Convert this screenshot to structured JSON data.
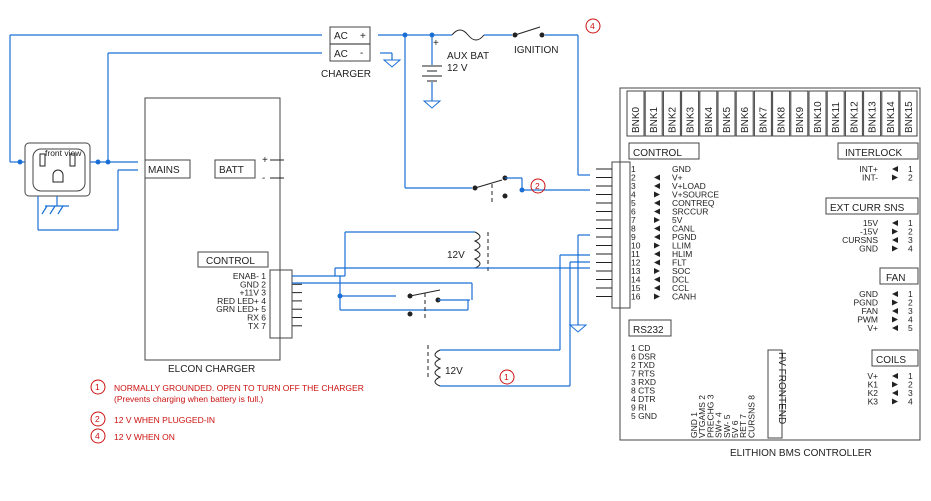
{
  "charger": {
    "ac_plus": "AC",
    "ac_minus": "AC",
    "plus": "+",
    "minus": "-",
    "label": "CHARGER"
  },
  "aux_bat": {
    "name": "AUX BAT",
    "voltage": "12 V",
    "plus": "+"
  },
  "ignition": {
    "label": "IGNITION",
    "marker": "4"
  },
  "outlet": {
    "label": "front view"
  },
  "elcon": {
    "title": "ELCON CHARGER",
    "mains": "MAINS",
    "batt": "BATT",
    "batt_plus": "+",
    "batt_minus": "-",
    "control": "CONTROL",
    "pins": [
      "ENAB- 1",
      "GND 2",
      "+11V 3",
      "RED LED+ 4",
      "GRN LED+ 5",
      "RX 6",
      "TX 7"
    ]
  },
  "relays": {
    "top_coil": "12V",
    "bottom_coil": "12V",
    "marker2": "2",
    "marker1": "1"
  },
  "bms": {
    "title": "ELITHION BMS CONTROLLER",
    "banks": [
      "BNK0",
      "BNK1",
      "BNK2",
      "BNK3",
      "BNK4",
      "BNK5",
      "BNK6",
      "BNK7",
      "BNK8",
      "BNK9",
      "BNK10",
      "BNK11",
      "BNK12",
      "BNK13",
      "BNK14",
      "BNK15"
    ],
    "control": {
      "title": "CONTROL",
      "pins": [
        "GND",
        "V+",
        "V+LOAD",
        "V+SOURCE",
        "CONTREQ",
        "SRCCUR",
        "5V",
        "CANL",
        "PGND",
        "LLIM",
        "HLIM",
        "FLT",
        "SOC",
        "DCL",
        "CCL",
        "CANH"
      ],
      "numbers": [
        "1",
        "2",
        "3",
        "4",
        "5",
        "6",
        "7",
        "8",
        "9",
        "10",
        "11",
        "12",
        "13",
        "14",
        "15",
        "16"
      ]
    },
    "rs232": {
      "title": "RS232",
      "rows": [
        "1 CD",
        "6 DSR",
        "2 TXD",
        "7 RTS",
        "3 RXD",
        "8 CTS",
        "4 DTR",
        "9 RI",
        "5 GND"
      ]
    },
    "hv_frontend": {
      "title": "HV FRONTEND",
      "pins": [
        "GND 1",
        "VTGAMS 2",
        "PRECHG 3",
        "SW+ 4",
        "SW- 5",
        "5V 6",
        "RET 7",
        "CURSNS 8"
      ]
    },
    "interlock": {
      "title": "INTERLOCK",
      "pins": [
        "INT+",
        "INT-"
      ],
      "numbers": [
        "1",
        "2"
      ]
    },
    "ext_curr": {
      "title": "EXT CURR SNS",
      "pins": [
        "15V",
        "-15V",
        "CURSNS",
        "GND"
      ],
      "numbers": [
        "1",
        "2",
        "3",
        "4"
      ]
    },
    "fan": {
      "title": "FAN",
      "pins": [
        "GND",
        "PGND",
        "FAN",
        "PWM",
        "V+"
      ],
      "numbers": [
        "1",
        "2",
        "3",
        "4",
        "5"
      ]
    },
    "coils": {
      "title": "COILS",
      "pins": [
        "V+",
        "K1",
        "K2",
        "K3"
      ],
      "numbers": [
        "1",
        "2",
        "3",
        "4"
      ]
    }
  },
  "legend": [
    {
      "marker": "1",
      "text": "NORMALLY GROUNDED. OPEN TO TURN OFF THE CHARGER",
      "sub": "(Prevents charging when battery is full.)"
    },
    {
      "marker": "2",
      "text": "12 V WHEN PLUGGED-IN",
      "sub": ""
    },
    {
      "marker": "4",
      "text": "12 V WHEN ON",
      "sub": ""
    }
  ],
  "colors": {
    "wire": "#1a6fd6",
    "note": "#cc1111",
    "outline": "#444444",
    "ground": "#1a6fd6"
  }
}
